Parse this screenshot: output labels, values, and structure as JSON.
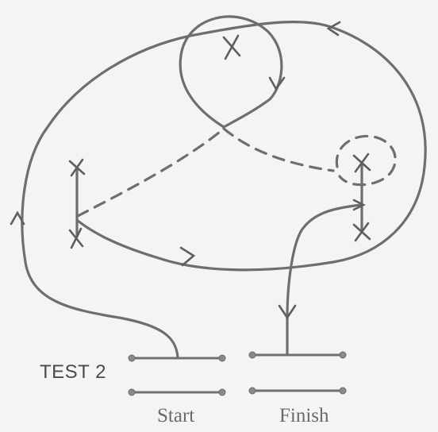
{
  "diagram": {
    "test_label": "TEST 2",
    "start_label": "Start",
    "finish_label": "Finish"
  },
  "colors": {
    "ink": "#6e6e6e",
    "paper": "#f4f4f2"
  },
  "marks": [
    "cross-marker-top",
    "cross-marker-left-upper",
    "cross-marker-left-lower",
    "cross-marker-right-upper",
    "cross-marker-right-lower"
  ],
  "arrows": [
    "arrow-left-side-up",
    "arrow-top-right-left",
    "arrow-loop-down",
    "arrow-middle-right",
    "arrow-finish-down",
    "arrow-right-marker-down"
  ]
}
